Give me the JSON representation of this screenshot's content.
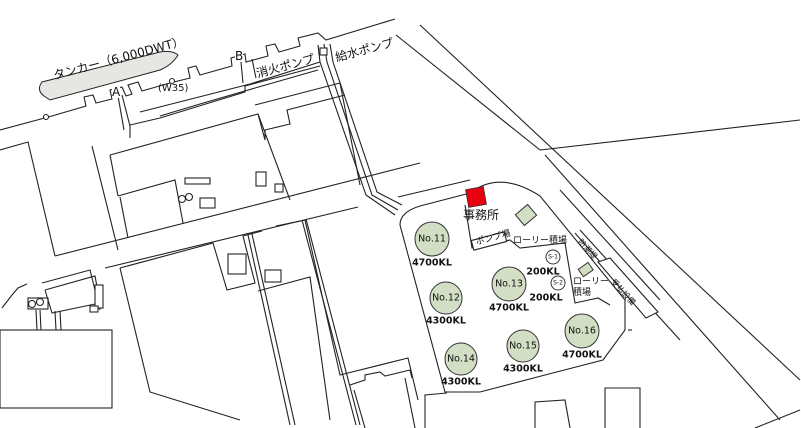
{
  "colors": {
    "office": "#e8000f",
    "tank_fill": "#d2dfc4",
    "loading_fill": "#d2dfc4",
    "tanker_fill": "#e6e6e2"
  },
  "pier": {
    "tanker": "タンカー（6,000DWT）",
    "berth_a": "A",
    "berth_b": "B",
    "road_w35": "(W35)",
    "fire_pump": "消火ポンプ",
    "water_pump": "給水ポンプ"
  },
  "site": {
    "office": "事務所",
    "pump_house": "ポンプ場",
    "lorry_loading_1": "ローリー積場",
    "lorry_loading_2_line1": "ローリー",
    "lorry_loading_2_line2": "積場",
    "seawall": "防潮堤",
    "receiving_facility": "受払設備"
  },
  "tanks": [
    {
      "name": "No.11",
      "capacity": "4700KL"
    },
    {
      "name": "No.12",
      "capacity": "4300KL"
    },
    {
      "name": "No.13",
      "capacity": "4700KL"
    },
    {
      "name": "No.14",
      "capacity": "4300KL"
    },
    {
      "name": "No.15",
      "capacity": "4300KL"
    },
    {
      "name": "No.16",
      "capacity": "4700KL"
    }
  ],
  "small_tanks": [
    {
      "name": "S-1",
      "capacity": "200KL"
    },
    {
      "name": "S-2",
      "capacity": "200KL"
    }
  ]
}
